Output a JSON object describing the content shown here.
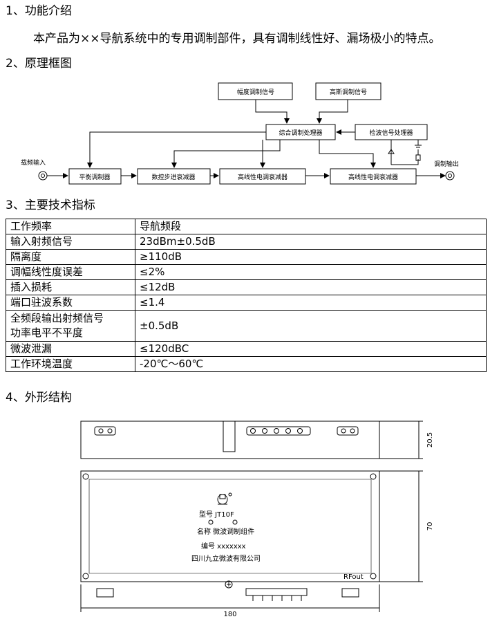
{
  "sections": {
    "s1": "1、功能介绍",
    "s2": "2、原理框图",
    "s3": "3、主要技术指标",
    "s4": "4、外形结构"
  },
  "intro": "本产品为××导航系统中的专用调制部件，具有调制线性好、漏场极小的特点。",
  "diagram": {
    "amp_signal": "幅度调制信号",
    "highspeed_signal": "高斯调制信号",
    "combined_processor": "综合调制处理器",
    "detector_processor": "检波信号处理器",
    "carrier_in": "载频输入",
    "balanced_modulator": "平衡调制器",
    "digital_attenuator": "数控步进衰减器",
    "linear_attenuator_1": "高线性电调衰减器",
    "linear_attenuator_2": "高线性电调衰减器",
    "mod_out": "调制输出"
  },
  "spec_table": {
    "rows": [
      {
        "k": "工作频率",
        "v": "导航频段"
      },
      {
        "k": "输入射频信号",
        "v": "23dBm±0.5dB"
      },
      {
        "k": "隔离度",
        "v": "≥110dB"
      },
      {
        "k": "调幅线性度误差",
        "v": "≤2%"
      },
      {
        "k": "插入损耗",
        "v": "≤12dB"
      },
      {
        "k": "端口驻波系数",
        "v": "≤1.4"
      },
      {
        "k": "全频段输出射频信号",
        "k2": "功率电平不平度",
        "v": "±0.5dB"
      },
      {
        "k": "微波泄漏",
        "v": "≤120dBC"
      },
      {
        "k": "工作环境温度",
        "v": "-20℃～60℃"
      }
    ]
  },
  "drawing": {
    "dim_height_side": "20.5",
    "dim_height": "70",
    "dim_width": "180",
    "model_label": "型号 JT10F",
    "name_label": "名称 微波调制组件",
    "serial_label": "编号 xxxxxxx",
    "company": "四川九立微波有限公司",
    "rfout": "RFout"
  }
}
